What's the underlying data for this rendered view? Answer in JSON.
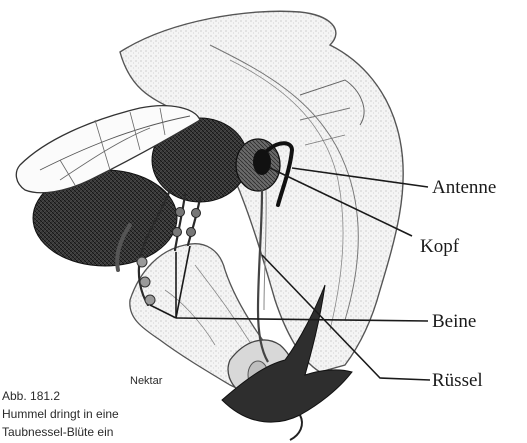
{
  "figure": {
    "labels": {
      "antenne": "Antenne",
      "kopf": "Kopf",
      "beine": "Beine",
      "ruessel": "Rüssel",
      "nektar": "Nektar"
    },
    "caption": {
      "line1": "Abb. 181.2",
      "line2": "Hummel dringt in eine",
      "line3": "Taubnessel-Blüte ein"
    }
  }
}
